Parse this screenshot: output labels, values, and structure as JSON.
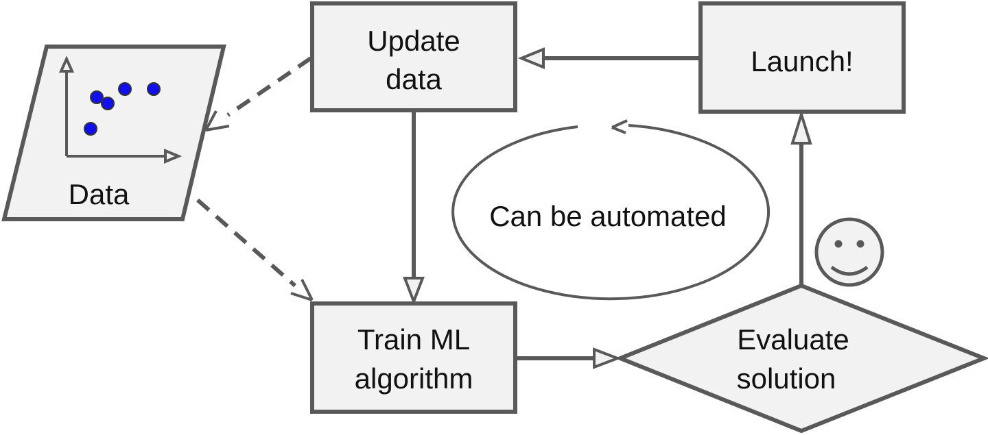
{
  "nodes": {
    "data": {
      "label": "Data"
    },
    "update_data": {
      "line1": "Update",
      "line2": "data"
    },
    "launch": {
      "label": "Launch!"
    },
    "train": {
      "line1": "Train ML",
      "line2": "algorithm"
    },
    "evaluate": {
      "line1": "Evaluate",
      "line2": "solution"
    },
    "automation": {
      "label": "Can be automated"
    }
  },
  "colors": {
    "stroke": "#595959",
    "fill": "#f2f2f2",
    "points": "#1010ee"
  },
  "icons": [
    "smiley-face-icon",
    "scatter-plot-icon"
  ]
}
